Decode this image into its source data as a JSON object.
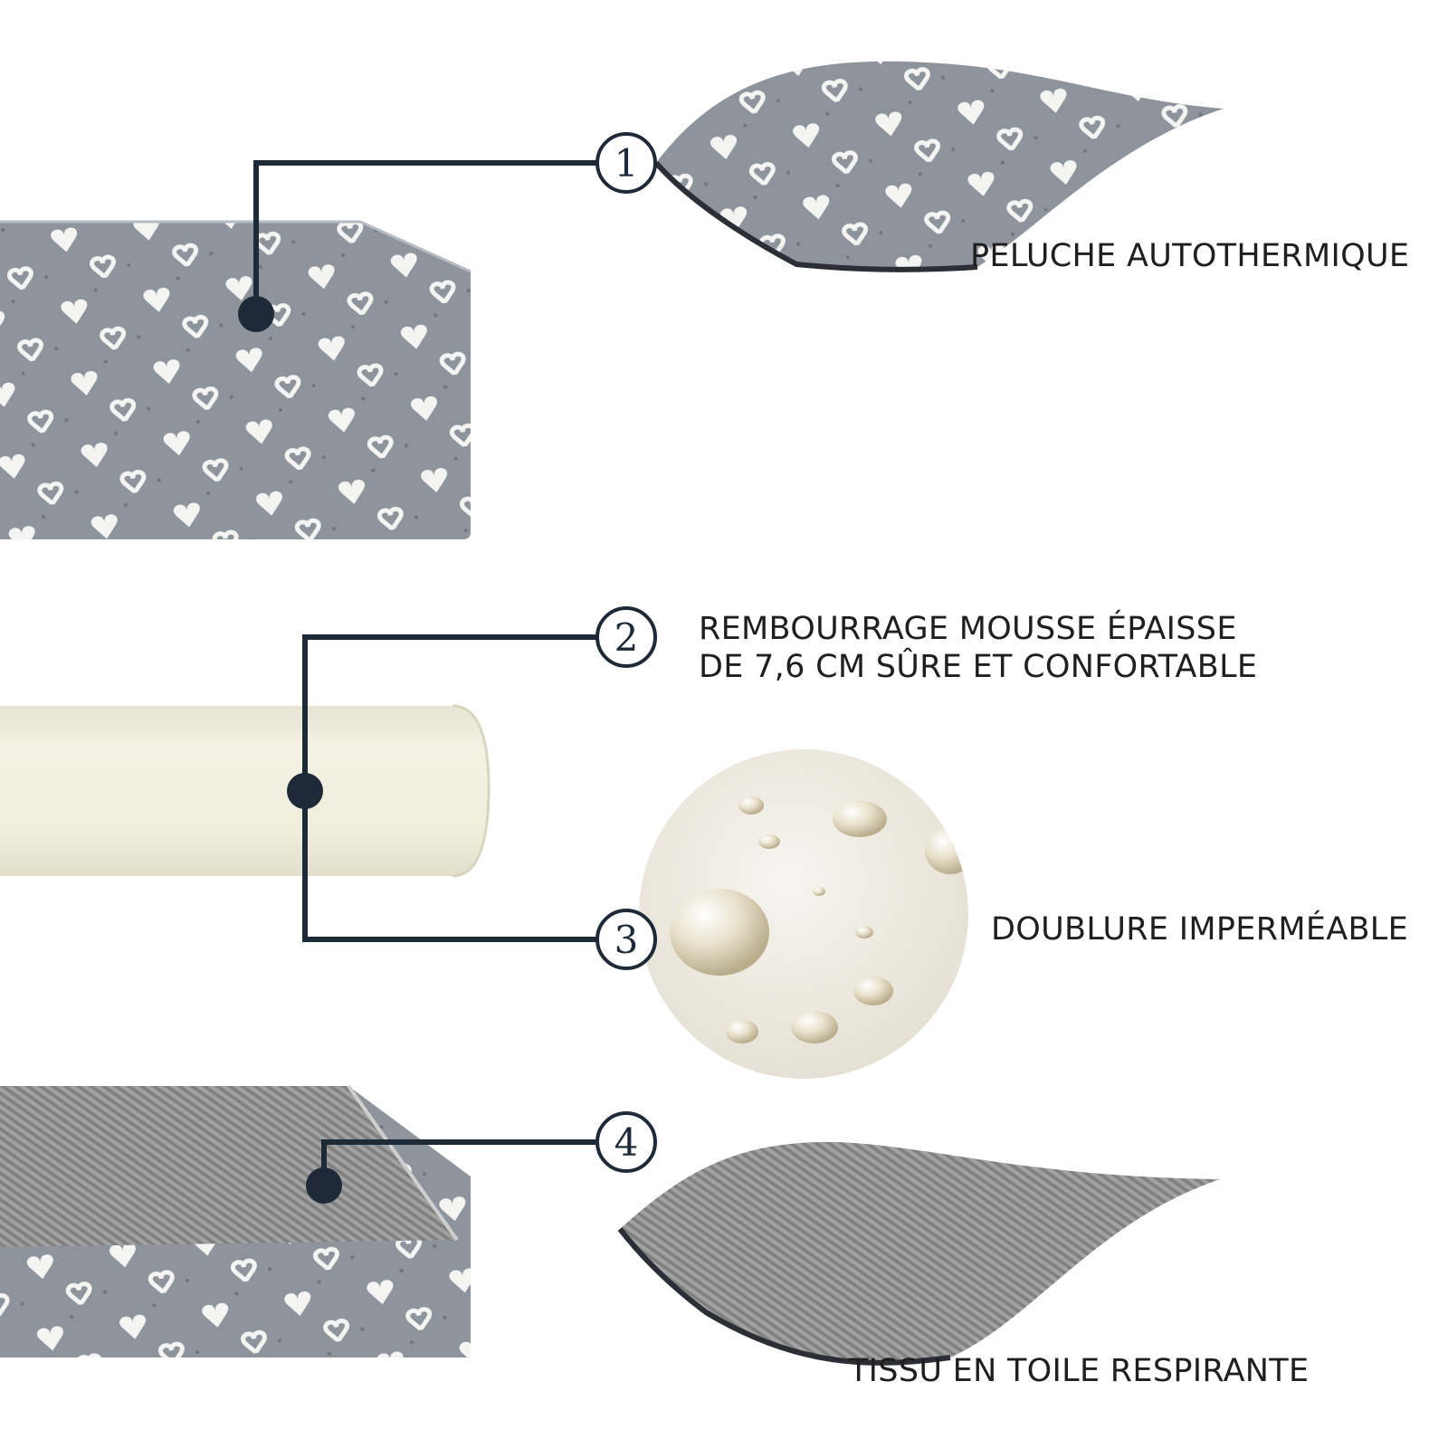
{
  "layers": [
    {
      "number": "1",
      "label": "PELUCHE AUTOTHERMIQUE"
    },
    {
      "number": "2",
      "label_lines": [
        "REMBOURRAGE MOUSSE ÉPAISSE",
        "DE 7,6 CM SÛRE ET CONFORTABLE"
      ]
    },
    {
      "number": "3",
      "label": "DOUBLURE IMPERMÉABLE"
    },
    {
      "number": "4",
      "label": "TISSU EN TOILE RESPIRANTE"
    }
  ],
  "colors": {
    "callout_line": "#1e2a38",
    "plush": "#8e949c",
    "hearts": "#f4f4f2",
    "foam": "#efeedd",
    "canvas_fabric": "#8d8d8d",
    "water_bg": "#eeeae2"
  }
}
